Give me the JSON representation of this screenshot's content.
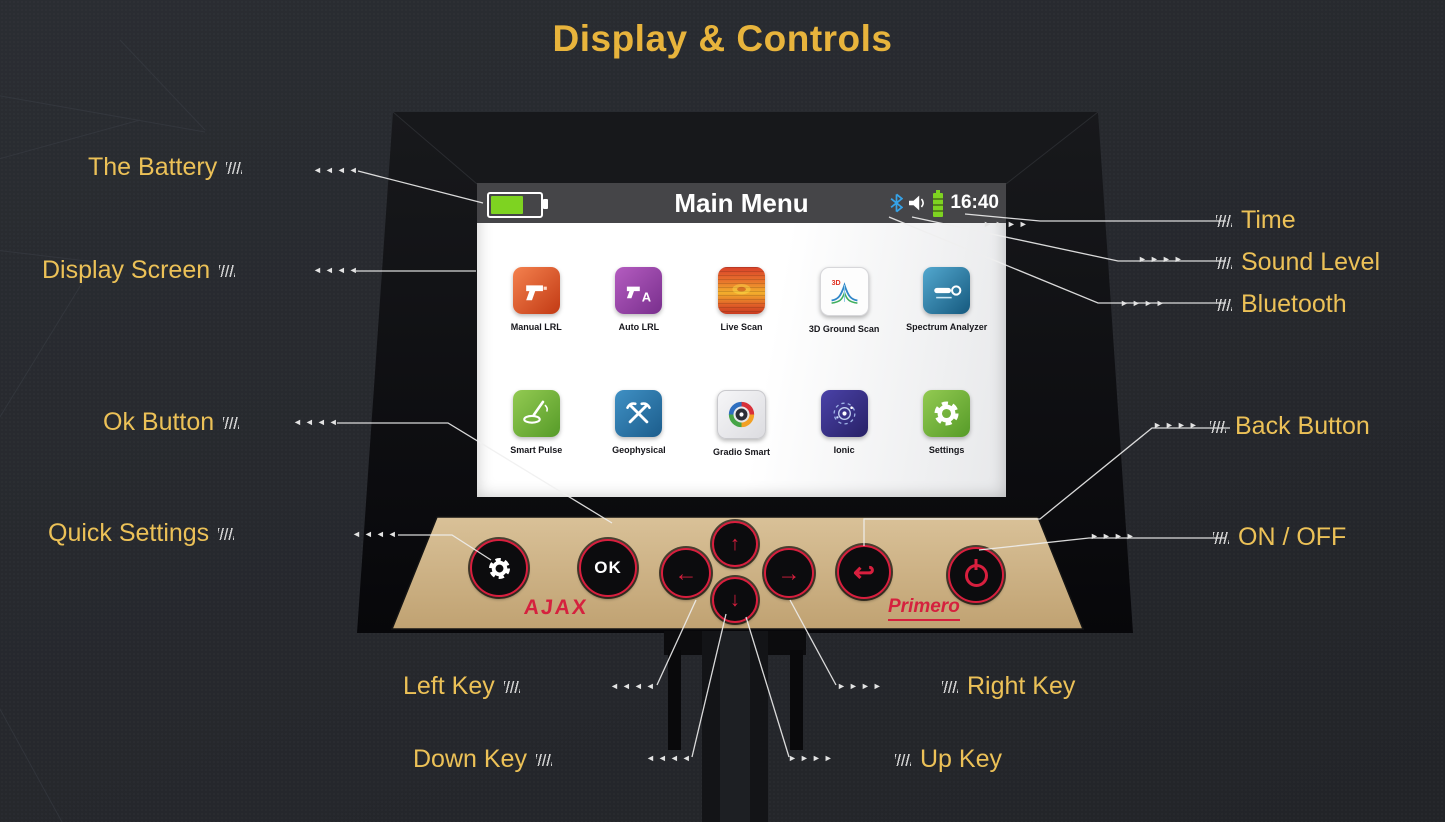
{
  "title": "Display & Controls",
  "decor": {
    "arrows_left": "◄◄◄◄",
    "arrows_right": "►►►►"
  },
  "labels": {
    "battery": "The Battery",
    "display_screen": "Display Screen",
    "ok_button": "Ok Button",
    "quick_settings": "Quick Settings",
    "time": "Time",
    "sound_level": "Sound Level",
    "bluetooth": "Bluetooth",
    "back_button": "Back Button",
    "on_off": "ON / OFF",
    "left_key": "Left Key",
    "right_key": "Right Key",
    "down_key": "Down Key",
    "up_key": "Up Key"
  },
  "device": {
    "status_bar": {
      "title": "Main Menu",
      "time": "16:40",
      "battery_level": 0.62,
      "icons": [
        "bluetooth-icon",
        "speaker-icon",
        "battery-vertical-icon"
      ]
    },
    "apps": [
      {
        "label": "Manual LRL",
        "icon": "manual-lrl-icon"
      },
      {
        "label": "Auto LRL",
        "icon": "auto-lrl-icon"
      },
      {
        "label": "Live Scan",
        "icon": "live-scan-icon"
      },
      {
        "label": "3D Ground Scan",
        "icon": "ground-scan-icon"
      },
      {
        "label": "Spectrum Analyzer",
        "icon": "spectrum-analyzer-icon"
      },
      {
        "label": "Smart Pulse",
        "icon": "smart-pulse-icon"
      },
      {
        "label": "Geophysical",
        "icon": "geophysical-icon"
      },
      {
        "label": "Gradio Smart",
        "icon": "gradio-smart-icon"
      },
      {
        "label": "Ionic",
        "icon": "ionic-icon"
      },
      {
        "label": "Settings",
        "icon": "settings-icon"
      }
    ],
    "buttons": {
      "ok": "OK"
    },
    "keys": {
      "up": "↑",
      "down": "↓",
      "left": "←",
      "right": "→",
      "back": "↩"
    },
    "brand_left": "AJAX",
    "brand_right": "Primero"
  },
  "colors": {
    "accent_gold": "#e8b43c",
    "accent_red": "#d81f3e",
    "battery_green": "#7ed321",
    "bluetooth_blue": "#36a3e8",
    "panel_tan": "#cfb58b"
  }
}
